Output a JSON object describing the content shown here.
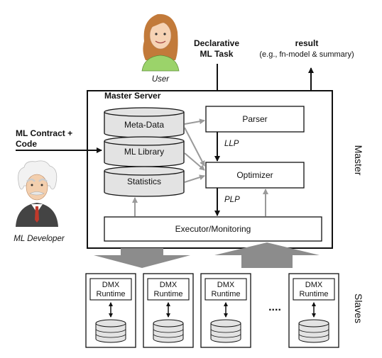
{
  "actors": {
    "user": {
      "label": "User"
    },
    "developer": {
      "label": "ML Developer"
    }
  },
  "inputs": {
    "task_line1": "Declarative",
    "task_line2": "ML Task",
    "contract_line1": "ML Contract +",
    "contract_line2": "Code"
  },
  "output": {
    "result_line1": "result",
    "result_line2": "(e.g., fn-model & summary)"
  },
  "master": {
    "title": "Master Server",
    "side_label": "Master",
    "stores": [
      "Meta-Data",
      "ML Library",
      "Statistics"
    ],
    "parser": "Parser",
    "optimizer": "Optimizer",
    "executor": "Executor/Monitoring",
    "llp": "LLP",
    "plp": "PLP"
  },
  "slaves": {
    "side_label": "Slaves",
    "dmx_line1": "DMX",
    "dmx_line2": "Runtime",
    "ellipsis": "...."
  },
  "colors": {
    "store_fill": "#e3e3e3",
    "gray_arrow": "#9a9a9a",
    "wide_arrow": "#8c8c8c",
    "user_hair": "#c27a3a",
    "user_shirt": "#9bd36a",
    "developer_hair": "#f2f2f2",
    "developer_suit": "#444444",
    "developer_tie": "#c0392b"
  }
}
